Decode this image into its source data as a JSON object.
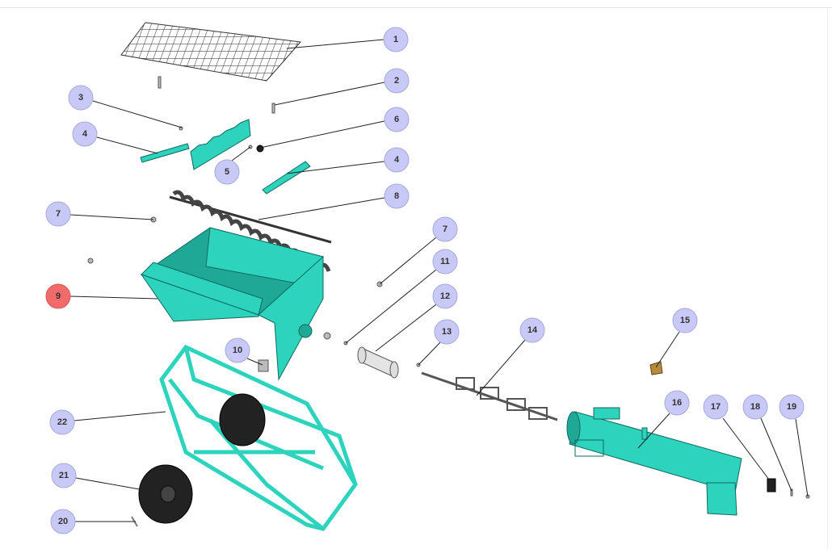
{
  "diagram": {
    "title": "Exploded parts diagram",
    "highlighted_part": "9",
    "colors": {
      "callout": "#c9c9f7",
      "callout_highlight": "#f26b6b",
      "part_teal": "#2ed3bd"
    },
    "callouts": [
      {
        "label": "1"
      },
      {
        "label": "2"
      },
      {
        "label": "3"
      },
      {
        "label": "4"
      },
      {
        "label": "5"
      },
      {
        "label": "6"
      },
      {
        "label": "4"
      },
      {
        "label": "8"
      },
      {
        "label": "7"
      },
      {
        "label": "7"
      },
      {
        "label": "11"
      },
      {
        "label": "9"
      },
      {
        "label": "12"
      },
      {
        "label": "13"
      },
      {
        "label": "14"
      },
      {
        "label": "15"
      },
      {
        "label": "10"
      },
      {
        "label": "16"
      },
      {
        "label": "17"
      },
      {
        "label": "18"
      },
      {
        "label": "19"
      },
      {
        "label": "22"
      },
      {
        "label": "21"
      },
      {
        "label": "20"
      }
    ]
  }
}
